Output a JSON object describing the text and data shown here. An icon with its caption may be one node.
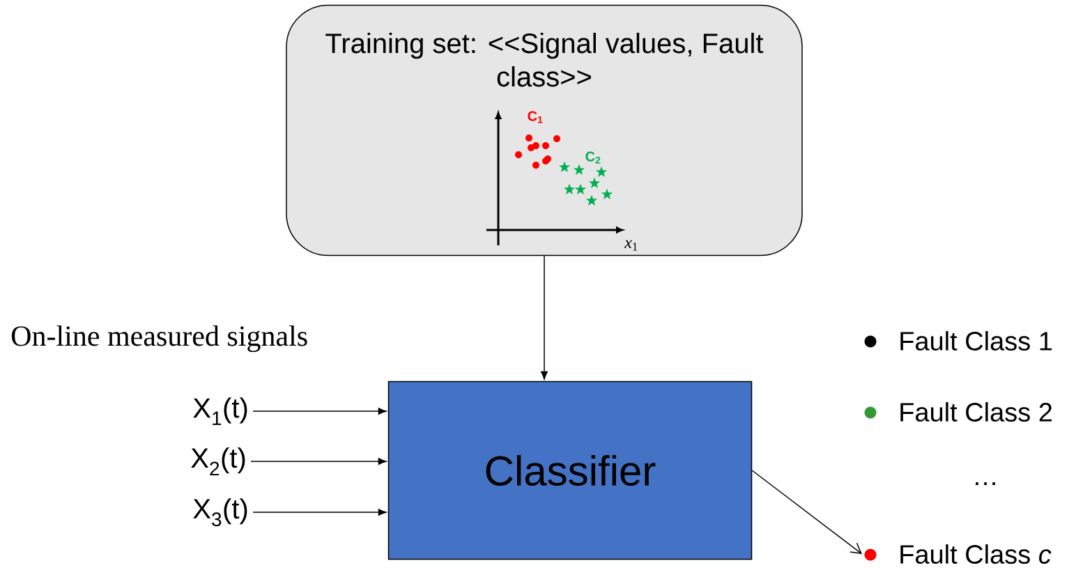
{
  "diagram": {
    "nodes": [
      {
        "text": [
          "Training set: <<Signal values, Fault class>>"
        ]
      },
      {
        "text": [
          "Classifier"
        ]
      },
      {
        "text": [
          "X$_{1}$(t)"
        ]
      },
      {
        "text": [
          "X$_{2}$(t)"
        ]
      },
      {
        "text": [
          "X$_{3}$(t)"
        ]
      },
      {
        "text": [
          "Fault Class 1"
        ]
      },
      {
        "text": [
          "Fault Class 2"
        ]
      },
      {
        "text": [
          "Fault Class *c*"
        ]
      }
    ],
    "edges": [
      {
        "from": 0,
        "to": 1,
        "arrow": "to"
      },
      {
        "from": 2,
        "to": 1,
        "arrow": "to"
      },
      {
        "from": 3,
        "to": 1,
        "arrow": "to"
      },
      {
        "from": 4,
        "to": 1,
        "arrow": "to"
      },
      {
        "from": 1,
        "to": 7,
        "arrow": "to"
      }
    ],
    "labels": [
      "C$_{1}$",
      "C$_{2}$",
      "*x*$_{1}$",
      "On-line measured signals",
      "…"
    ]
  }
}
